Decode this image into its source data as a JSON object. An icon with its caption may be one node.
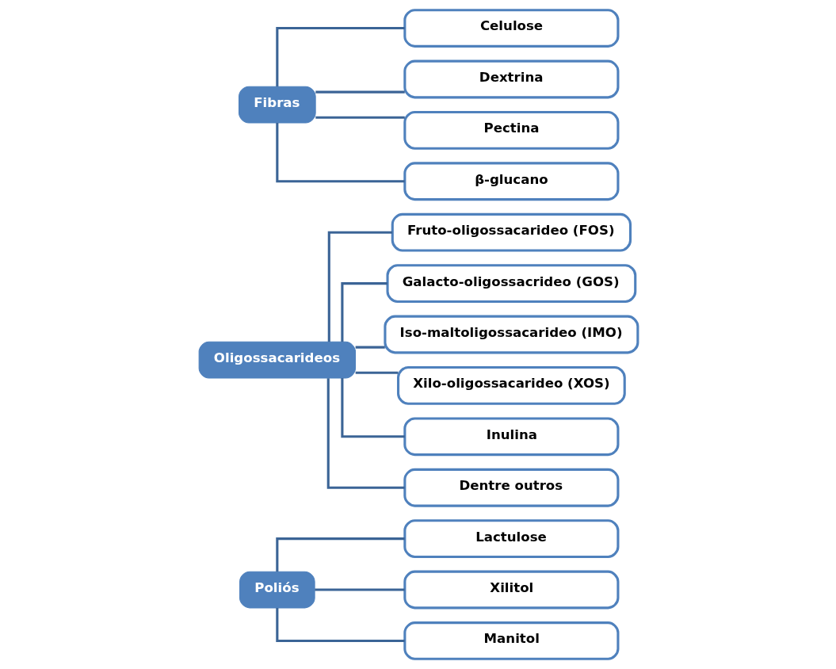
{
  "diagram": {
    "nodes": [
      {
        "text": [
          "Poliós"
        ]
      },
      {
        "text": [
          "Lactulose"
        ]
      },
      {
        "text": [
          "Xilitol"
        ]
      },
      {
        "text": [
          "Manitol"
        ]
      },
      {
        "text": [
          "Oligossacarideos"
        ]
      },
      {
        "text": [
          "Fruto-oligossacarideo (FOS)"
        ]
      },
      {
        "text": [
          "Galacto-oligossacrideo (GOS)"
        ]
      },
      {
        "text": [
          "Iso-maltoligossacarideo (IMO)"
        ]
      },
      {
        "text": [
          "Xilo-oligossacarideo (XOS)"
        ]
      },
      {
        "text": [
          "Inulina"
        ]
      },
      {
        "text": [
          "Dentre outros"
        ]
      },
      {
        "text": [
          "Fibras"
        ]
      },
      {
        "text": [
          "Celulose"
        ]
      },
      {
        "text": [
          "Dextrina"
        ]
      },
      {
        "text": [
          "Pectina"
        ]
      },
      {
        "text": [
          "β-glucano"
        ]
      }
    ],
    "edges": [
      {
        "from": 0,
        "to": 1,
        "arrow": "none"
      },
      {
        "from": 0,
        "to": 2,
        "arrow": "none"
      },
      {
        "from": 0,
        "to": 3,
        "arrow": "none"
      },
      {
        "from": 4,
        "to": 5,
        "arrow": "none"
      },
      {
        "from": 4,
        "to": 6,
        "arrow": "none"
      },
      {
        "from": 4,
        "to": 7,
        "arrow": "none"
      },
      {
        "from": 4,
        "to": 8,
        "arrow": "none"
      },
      {
        "from": 4,
        "to": 9,
        "arrow": "none"
      },
      {
        "from": 4,
        "to": 10,
        "arrow": "none"
      },
      {
        "from": 11,
        "to": 12,
        "arrow": "none"
      },
      {
        "from": 11,
        "to": 13,
        "arrow": "none"
      },
      {
        "from": 11,
        "to": 14,
        "arrow": "none"
      },
      {
        "from": 11,
        "to": 15,
        "arrow": "none"
      }
    ]
  }
}
